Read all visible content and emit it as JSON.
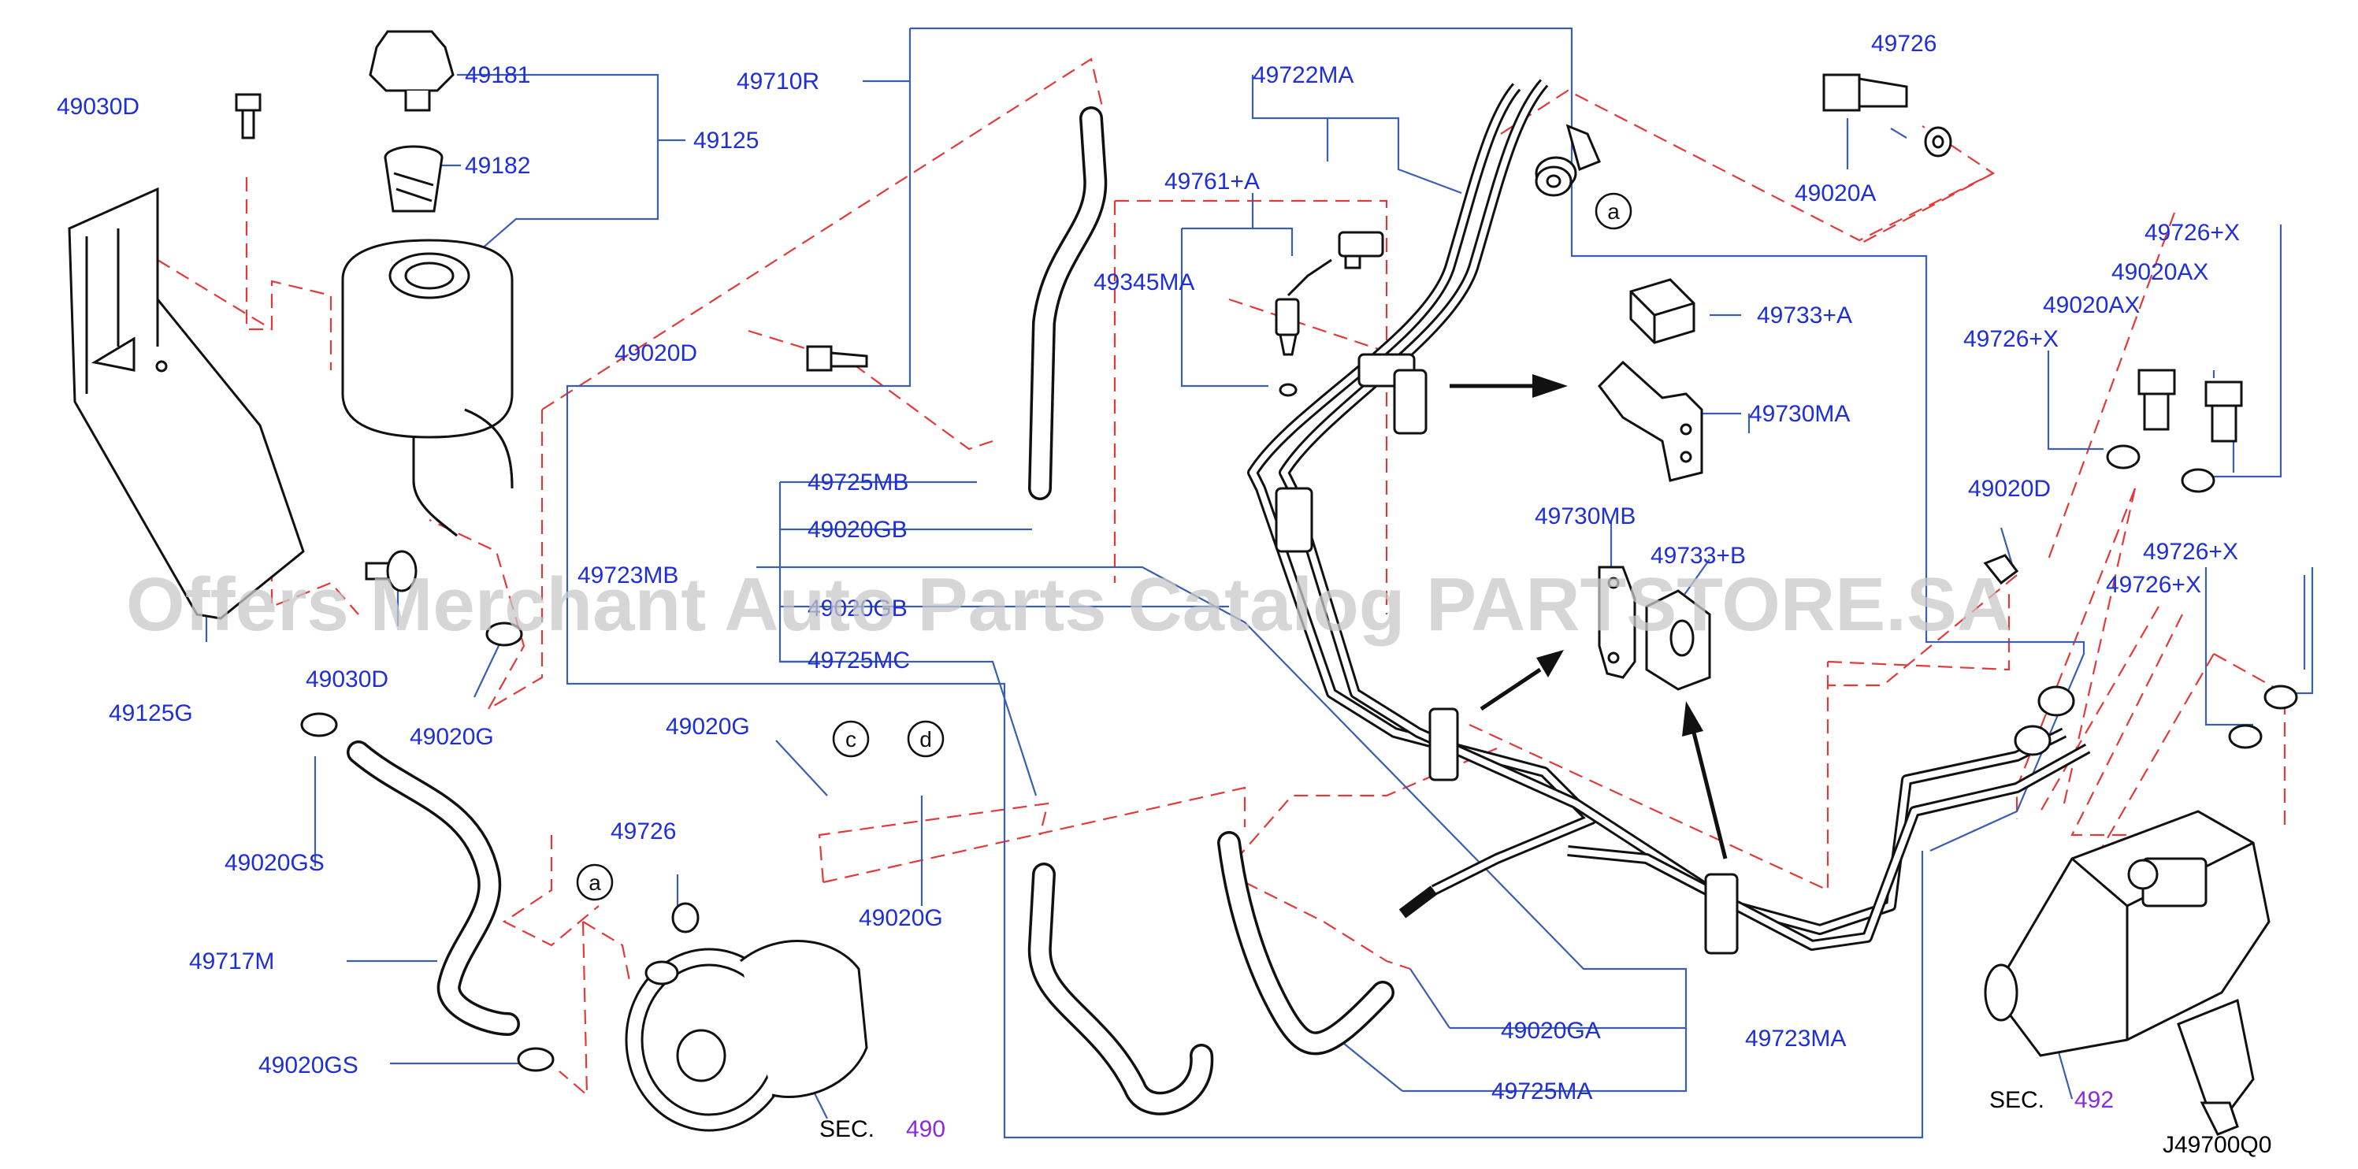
{
  "diagram_code": "J49700Q0",
  "watermark": "Offers Merchant Auto Parts Catalog PARTSTORE.SA",
  "section_refs": [
    {
      "prefix": "SEC.",
      "number": "490"
    },
    {
      "prefix": "SEC.",
      "number": "492"
    }
  ],
  "callouts": [
    "a",
    "a",
    "c",
    "d"
  ],
  "labels": {
    "p49030D_top": "49030D",
    "p49181": "49181",
    "p49182": "49182",
    "p49125": "49125",
    "p49710R": "49710R",
    "p49722MA": "49722MA",
    "p49726_top": "49726",
    "p49020A": "49020A",
    "p49761A": "49761+A",
    "p49345MA": "49345MA",
    "p49020D_mid": "49020D",
    "p49733A": "49733+A",
    "p49730MA": "49730MA",
    "p49726X_1": "49726+X",
    "p49020AX_1": "49020AX",
    "p49020AX_2": "49020AX",
    "p49726X_2": "49726+X",
    "p49020D_right": "49020D",
    "p49725MB": "49725MB",
    "p49020GB_1": "49020GB",
    "p49723MB": "49723MB",
    "p49020GB_2": "49020GB",
    "p49730MB": "49730MB",
    "p49733B": "49733+B",
    "p49726X_3": "49726+X",
    "p49726X_4": "49726+X",
    "p49725MC": "49725MC",
    "p49030D_bot": "49030D",
    "p49125G": "49125G",
    "p49020G_1": "49020G",
    "p49020G_2": "49020G",
    "p49020G_3": "49020G",
    "p49726_mid": "49726",
    "p49020GS_1": "49020GS",
    "p49717M": "49717M",
    "p49020GS_2": "49020GS",
    "p49020GA": "49020GA",
    "p49723MA": "49723MA",
    "p49725MA": "49725MA"
  }
}
